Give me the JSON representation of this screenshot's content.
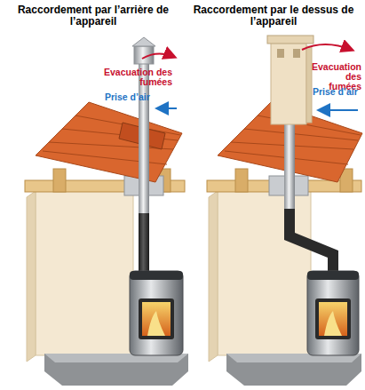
{
  "diagram": {
    "labels": [
      "Raccordement par l’arrière de l’appareil",
      "Evacuation des fumées",
      "Prise d’air",
      "Raccordement par le dessus de l’appareil",
      "Evacuation des fumées",
      "Prise d’air"
    ]
  }
}
